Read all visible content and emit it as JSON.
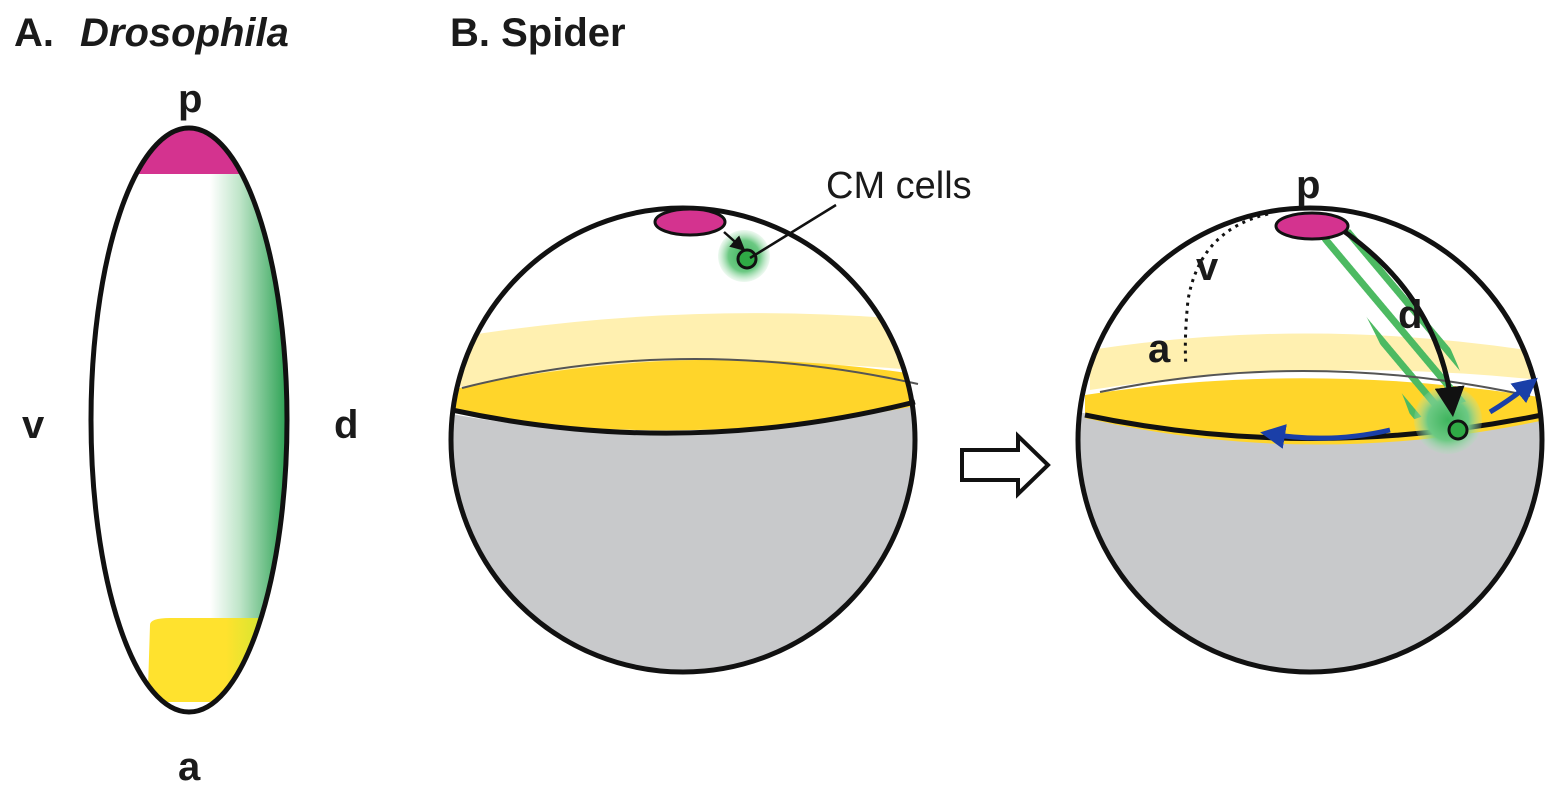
{
  "panel_a": {
    "letter": "A.",
    "species": "Drosophila",
    "axis_labels": {
      "posterior": "p",
      "anterior": "a",
      "ventral": "v",
      "dorsal": "d"
    }
  },
  "panel_b": {
    "title": "B. Spider",
    "left_embryo": {
      "callout": "CM cells"
    },
    "right_embryo": {
      "axis_labels": {
        "posterior": "p",
        "anterior": "a",
        "ventral": "v",
        "dorsal": "d"
      }
    }
  },
  "colors": {
    "magenta": "#d4338f",
    "green": "#1a9a48",
    "green_light": "#5ec87a",
    "yellow": "#ffe033",
    "yellow_light": "#fff0b0",
    "yolk_gray": "#c8c9cb",
    "blue_arrow": "#1a3fa8",
    "outline": "#111111"
  },
  "icons": {
    "transition": "hollow-right-arrow-icon"
  }
}
